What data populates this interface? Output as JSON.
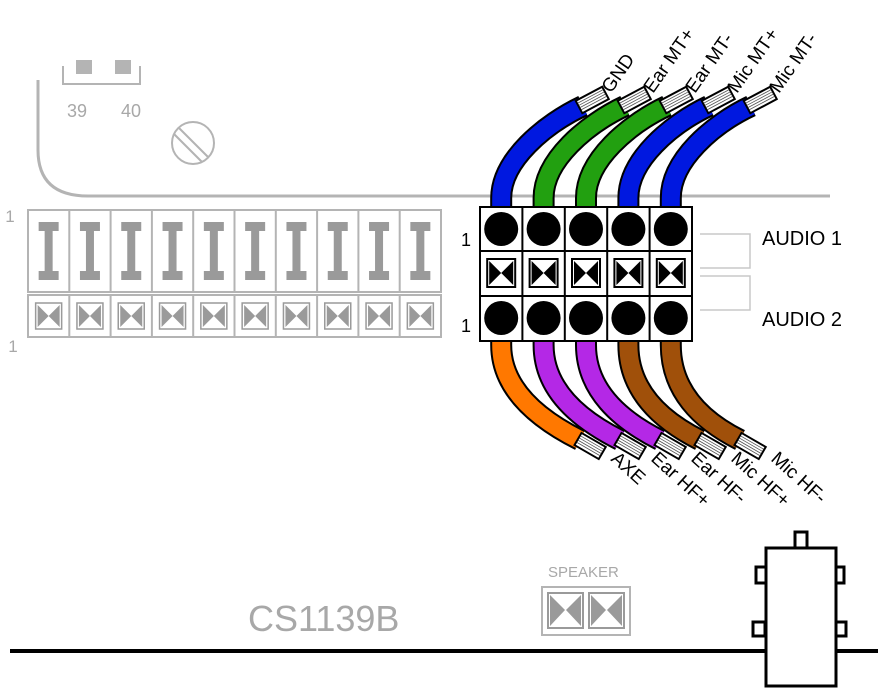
{
  "board": {
    "model_label": "CS1139B",
    "pin_labels": [
      "39",
      "40"
    ],
    "speaker_label": "SPEAKER",
    "outline_color": "#b4b4b4",
    "text_color": "#a8a8a8"
  },
  "audio": {
    "audio1_label": "AUDIO 1",
    "audio2_label": "AUDIO 2",
    "pin1_label_top": "1",
    "pin1_label_bottom": "1"
  },
  "jumper_block": {
    "index_label_top": "1",
    "index_label_bottom": "1",
    "column_count": 10
  },
  "top_wires": [
    {
      "label": "GND",
      "color": "#0018e0"
    },
    {
      "label": "Ear MT+",
      "color": "#22a010"
    },
    {
      "label": "Ear MT-",
      "color": "#22a010"
    },
    {
      "label": "Mic MT+",
      "color": "#0018e0"
    },
    {
      "label": "Mic MT-",
      "color": "#0018e0"
    }
  ],
  "bottom_wires": [
    {
      "label": "AXE",
      "color": "#ff7800"
    },
    {
      "label": "Ear HF+",
      "color": "#b428e6"
    },
    {
      "label": "Ear HF-",
      "color": "#b428e6"
    },
    {
      "label": "Mic HF+",
      "color": "#a0500a"
    },
    {
      "label": "Mic HF-",
      "color": "#a0500a"
    }
  ]
}
